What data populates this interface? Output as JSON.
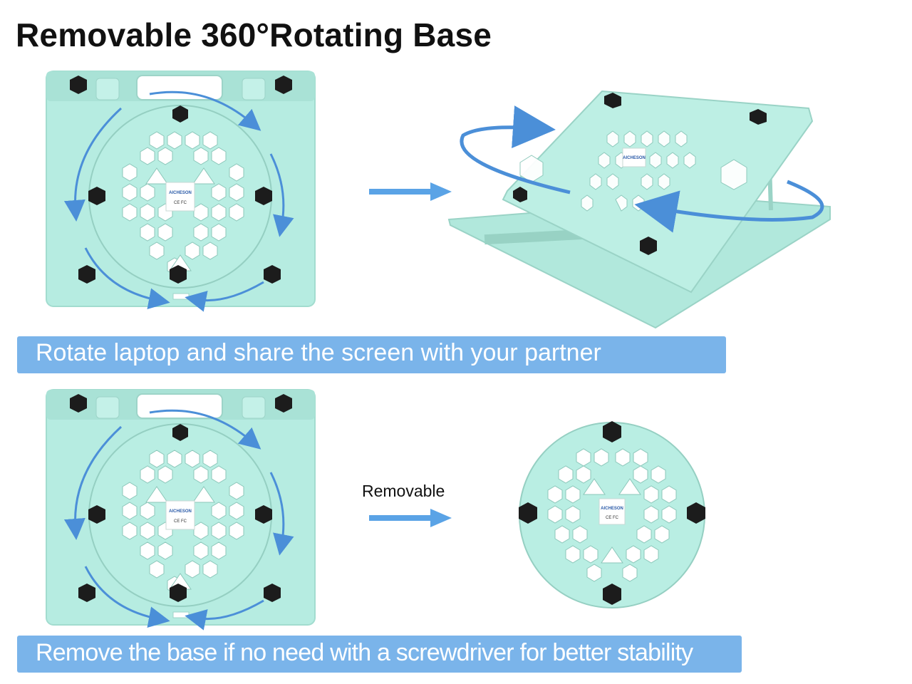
{
  "title": "Removable 360°Rotating Base",
  "banner_top": "Rotate laptop and share the screen with your partner",
  "banner_bottom": "Remove the base if no need with a screwdriver for better stability",
  "removable_label": "Removable",
  "product": {
    "brand_logo_text": "AICHESON",
    "certification_marks": "CE FC",
    "colors": {
      "body": "#b6ece1",
      "body_edge": "#a2dccf",
      "foot": "#1c1c1c",
      "arrow": "#4b8fd8",
      "banner": "#7ab4ea"
    }
  }
}
